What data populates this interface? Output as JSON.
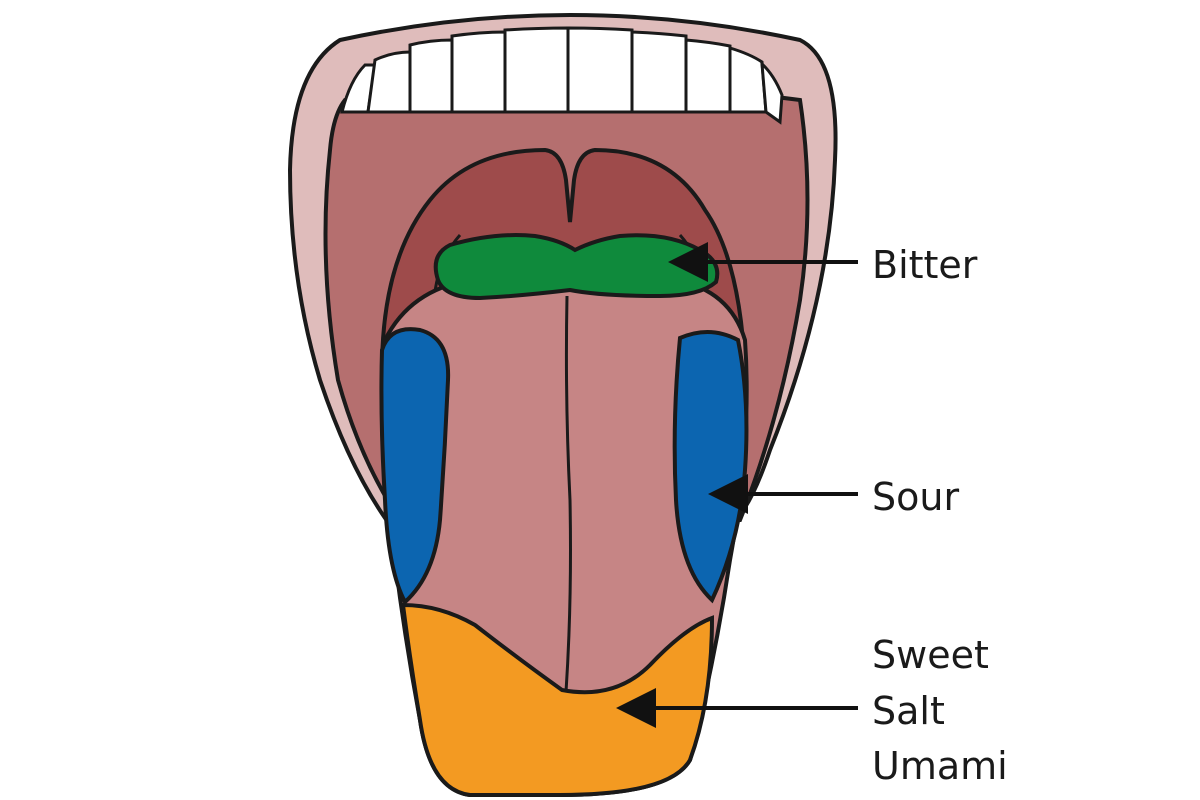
{
  "labels": {
    "bitter": "Bitter",
    "sour": "Sour",
    "sweet": "Sweet",
    "salt": "Salt",
    "umami": "Umami"
  },
  "colors": {
    "lip": "#dfbcbb",
    "mouth": "#b56f6f",
    "throat": "#9e4b4b",
    "tongue": "#c68585",
    "teeth": "#ffffff",
    "bitter_zone": "#0f8a3c",
    "sour_zone": "#0c65b0",
    "sweet_salt_umami_zone": "#f39a22",
    "outline": "#1a1a1a"
  }
}
